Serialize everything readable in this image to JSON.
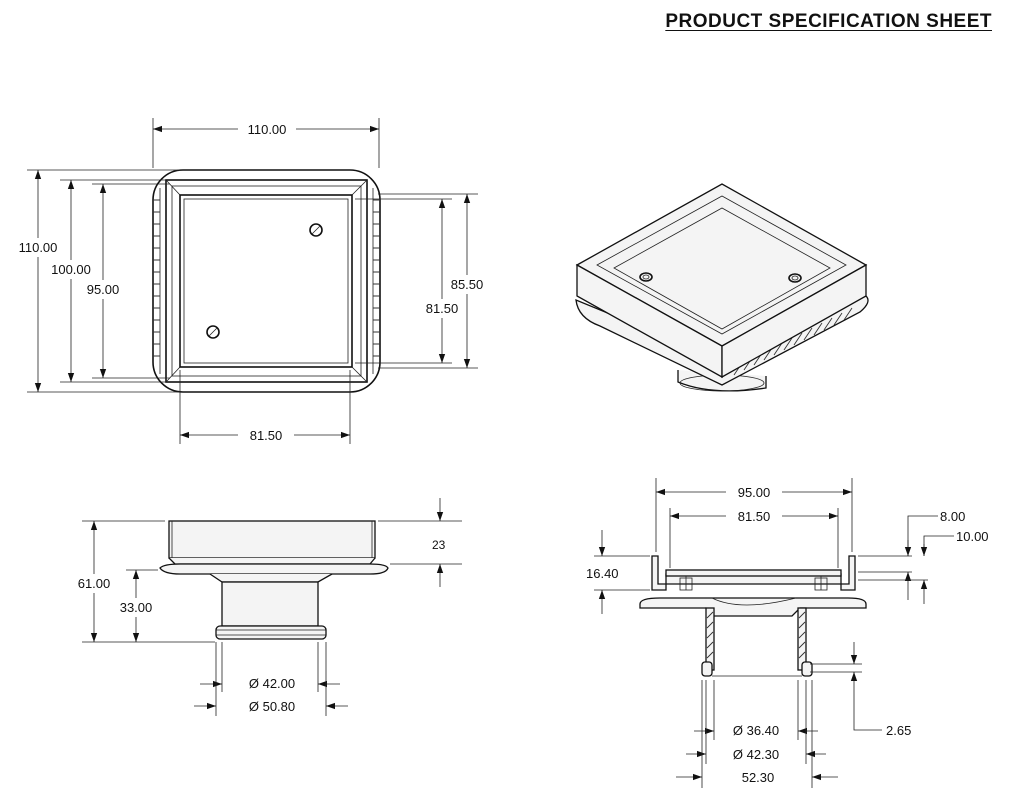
{
  "title": "PRODUCT SPECIFICATION SHEET",
  "top_view": {
    "width_overall": "110.00",
    "height_overall": "110.00",
    "height_frame": "100.00",
    "height_inner": "95.00",
    "right_outer": "85.50",
    "right_inner": "81.50",
    "width_inner": "81.50"
  },
  "side_view": {
    "total_height": "61.00",
    "lower_height": "33.00",
    "frame_height": "23",
    "pipe_inner_dia": "42.00",
    "pipe_outer_dia": "50.80"
  },
  "section_view": {
    "frame_width": "95.00",
    "inner_width": "81.50",
    "grate_depth": "8.00",
    "frame_depth": "10.00",
    "body_depth": "16.40",
    "ring_height": "2.65",
    "pipe_inner_dia": "36.40",
    "pipe_mid_dia": "42.30",
    "flange_width": "52.30"
  },
  "symbols": {
    "diameter": "Ø"
  }
}
